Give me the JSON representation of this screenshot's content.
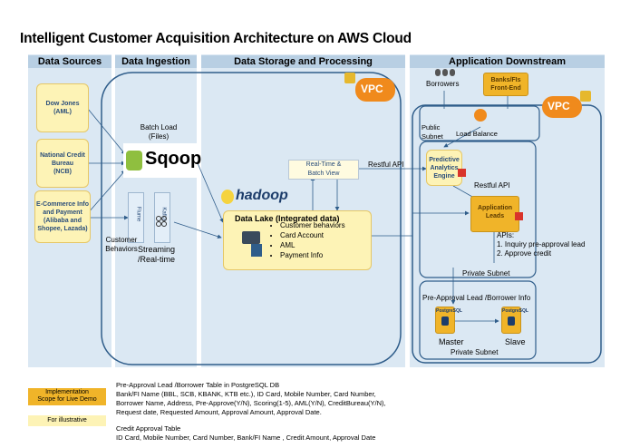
{
  "title": "Intelligent Customer Acquisition Architecture on AWS Cloud",
  "headers": {
    "data_sources": "Data Sources",
    "data_ingestion": "Data Ingestion",
    "data_storage": "Data Storage and Processing",
    "app_downstream": "Application Downstream"
  },
  "sources": {
    "dow_jones": [
      "Dow Jones",
      "(AML)"
    ],
    "ncb": [
      "National Credit",
      "Bureau",
      "(NCB)"
    ],
    "ecommerce": [
      "E-Commerce Info",
      "and Payment",
      "(Alibaba and",
      "Shopee, Lazada)"
    ]
  },
  "ingestion": {
    "batch_load": [
      "Batch Load",
      "(Files)"
    ],
    "sqoop": "Sqoop",
    "flume": "Flume",
    "kafka": "Kafka",
    "customer_behaviors": [
      "Customer",
      "Behaviors"
    ],
    "streaming": [
      "Streaming",
      "/Real-time"
    ]
  },
  "storage": {
    "vpc": "VPC",
    "hadoop": "hadoop",
    "realtime_view": [
      "Real-Time &",
      "Batch View"
    ],
    "lake_title": "Data Lake (Integrated  data)",
    "lake_items": [
      "Customer  behaviors",
      "Card Account",
      "AML",
      "Payment  Info"
    ],
    "restful_api": "Restful API"
  },
  "downstream": {
    "borrowers": "Borrowers",
    "banks": [
      "Banks/FIs",
      "Front-End"
    ],
    "vpc": "VPC",
    "public_subnet": [
      "Public",
      "Subnet"
    ],
    "load_balance": "Load Balance",
    "predictive": [
      "Predictive",
      "Analytics",
      "Engine"
    ],
    "restful_api": "Restful API",
    "app_leads": [
      "Application",
      "Leads"
    ],
    "apis": [
      "APIs:",
      "1. Inquiry pre-approval lead",
      "2. Approve credit"
    ],
    "private_subnet_1": "Private Subnet",
    "preapproval": "Pre-Approval Lead /Borrower Info",
    "postgres": "PostgreSQL",
    "master": "Master",
    "slave": "Slave",
    "private_subnet_2": "Private Subnet"
  },
  "legend": {
    "implementation": [
      "Implementation",
      "Scope for Live Demo"
    ],
    "illustrative": "For illustrative"
  },
  "notes": {
    "pre_title": "Pre-Approval Lead /Borrower Table in PostgreSQL DB",
    "pre_lines": [
      "Bank/FI Name (BBL, SCB, KBANK, KTB etc.), ID Card, Mobile Number, Card Number,",
      "Borrower Name, Address, Pre-Approve(Y/N), Scoring(1-5), AML(Y/N), CreditBureau(Y/N),",
      "Request date, Requested Amount, Approval Amount, Approval Date."
    ],
    "credit_title": "Credit Approval Table",
    "credit_line": "ID Card, Mobile Number, Card Number, Bank/FI Name , Credit Amount,  Approval Date"
  },
  "colors": {
    "panel": "#dbe8f3",
    "header": "#b8cfe3",
    "yellow": "#fdf3b6",
    "orange": "#f0b429",
    "line": "#2f5d8a"
  }
}
